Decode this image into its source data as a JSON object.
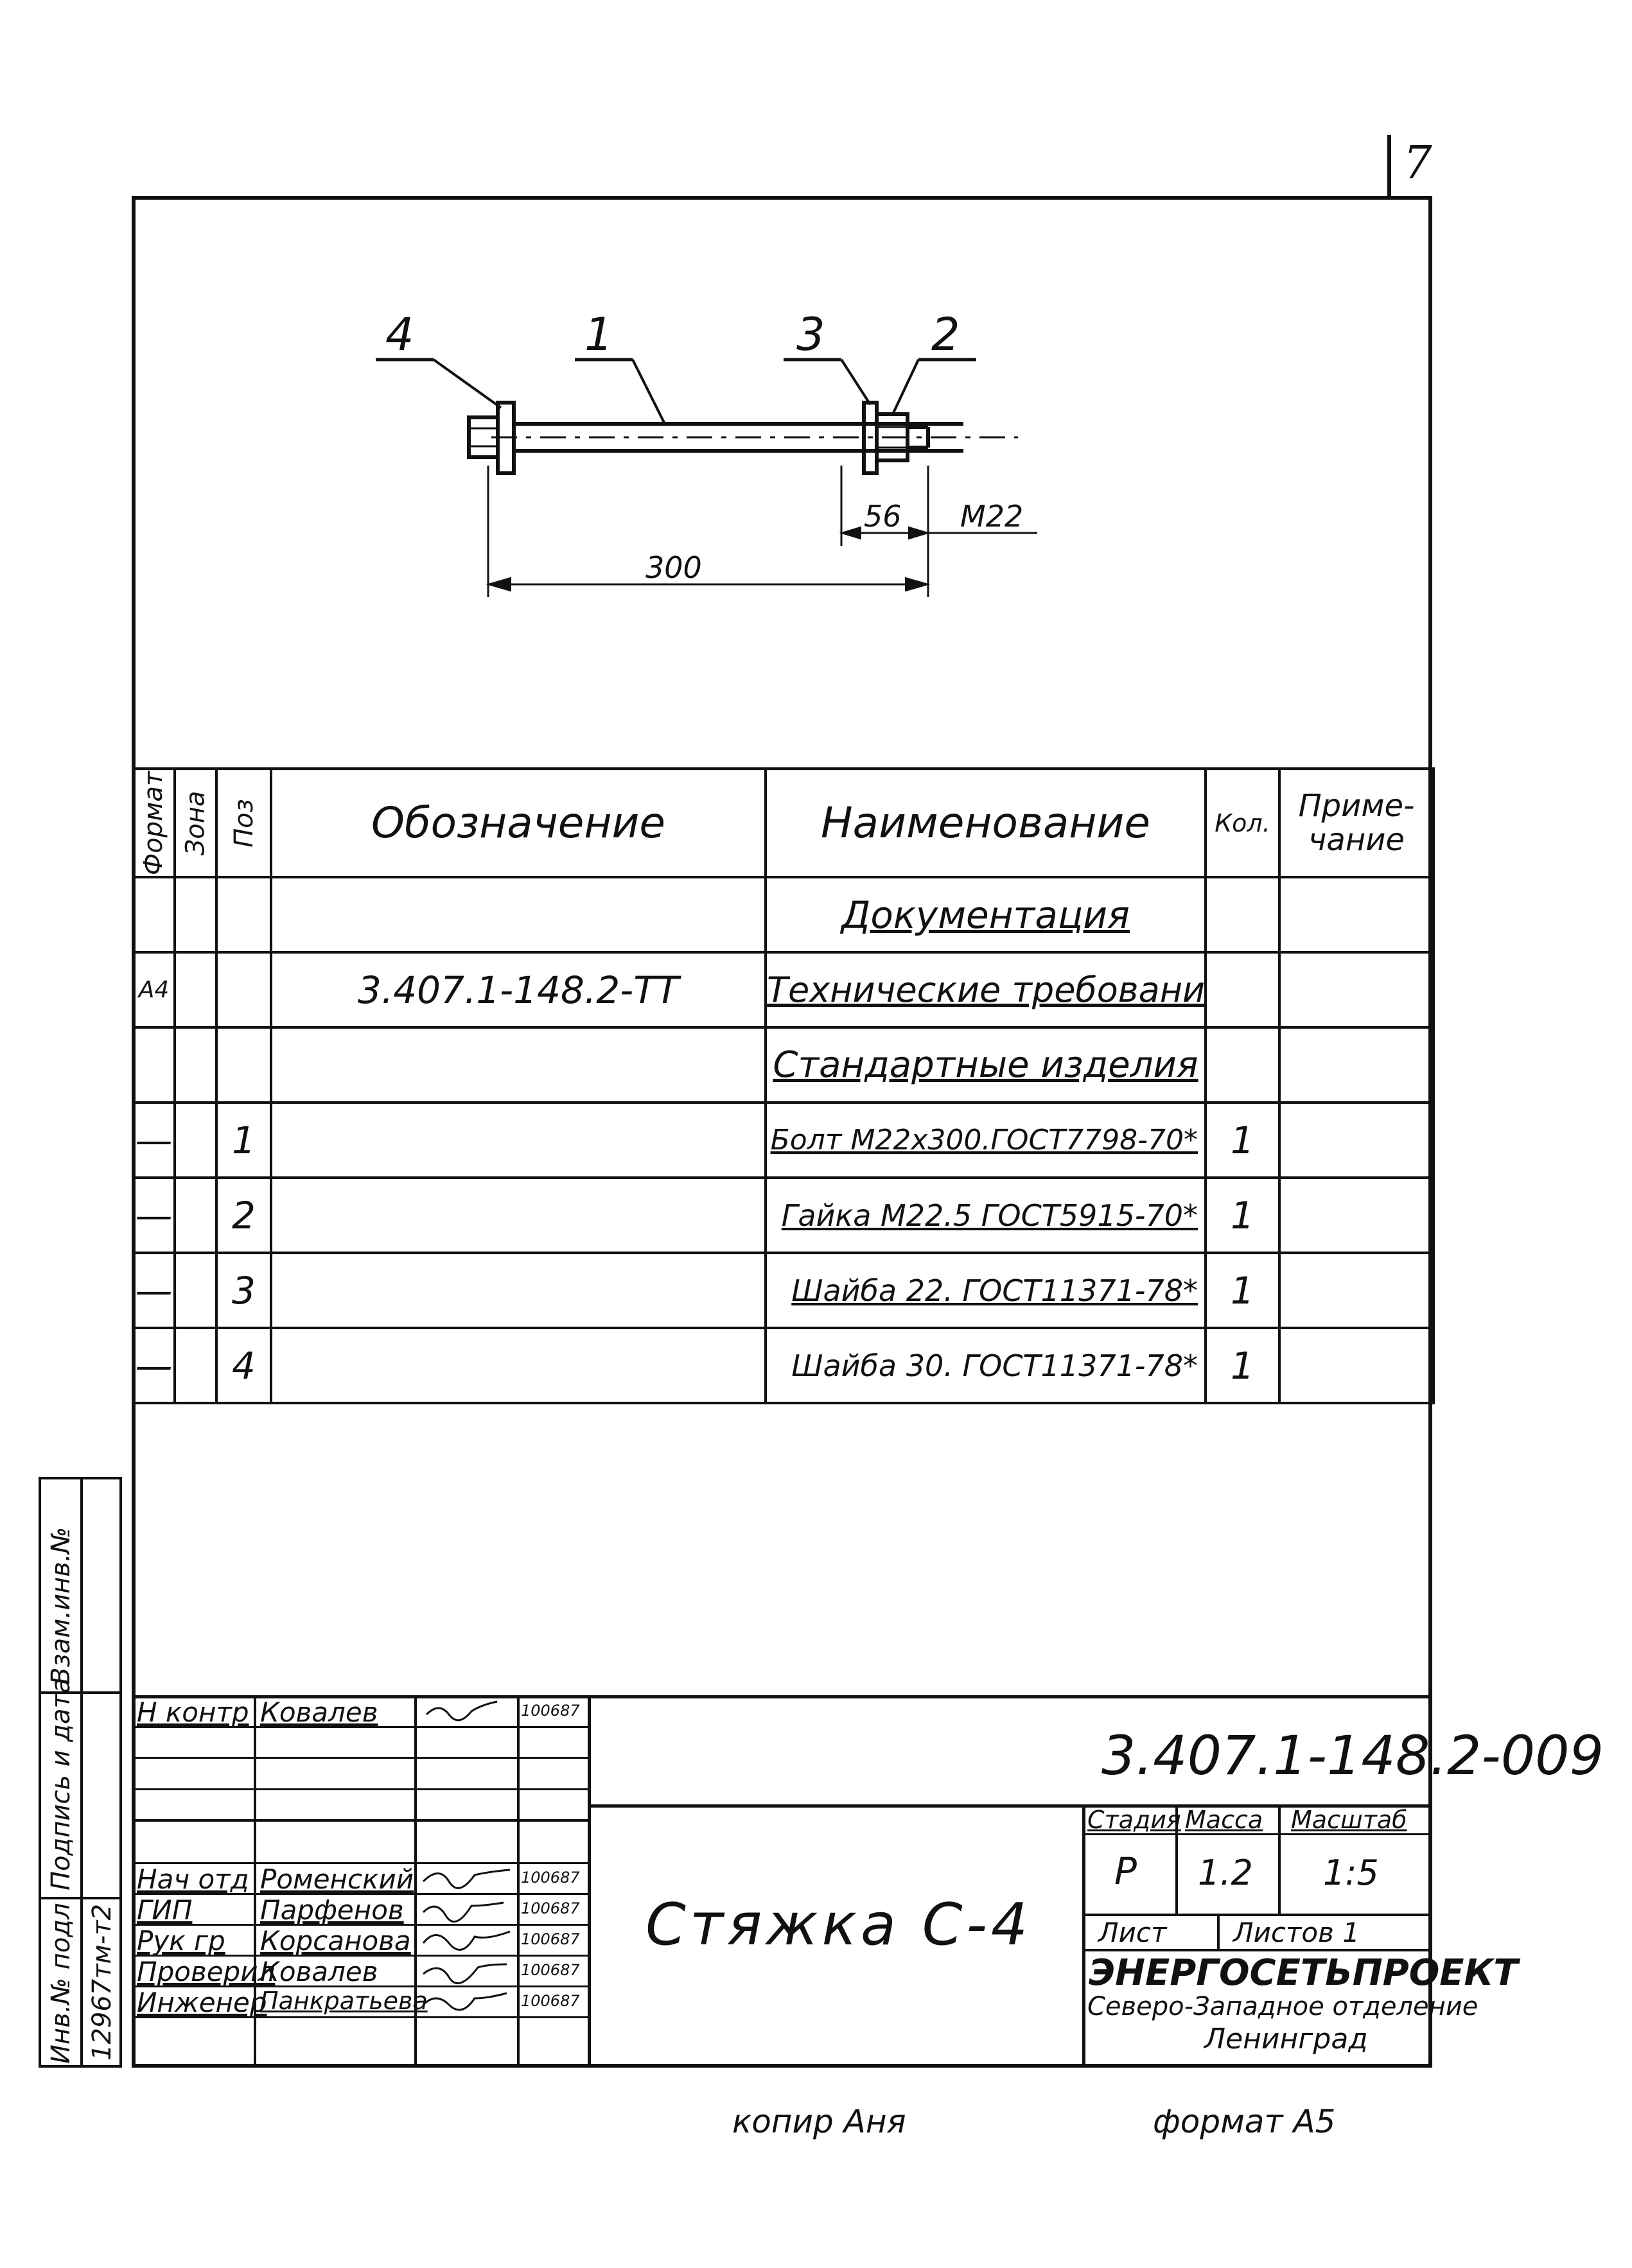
{
  "sheet": {
    "page_number": "7"
  },
  "drawing": {
    "callouts": [
      "4",
      "1",
      "3",
      "2"
    ],
    "dimensions": {
      "overall_length": "300",
      "thread_length": "56",
      "thread": "M22"
    }
  },
  "spec_table": {
    "headers": {
      "format": "Формат",
      "zone": "Зона",
      "pos": "Поз",
      "designation": "Обозначение",
      "name": "Наименование",
      "qty": "Кол.",
      "note": "Приме-чание"
    },
    "rows": [
      {
        "format": "",
        "zone": "",
        "pos": "",
        "designation": "",
        "name": "Документация",
        "qty": "",
        "note": ""
      },
      {
        "format": "А4",
        "zone": "",
        "pos": "",
        "designation": "3.407.1-148.2-ТТ",
        "name": "Технические требования",
        "qty": "",
        "note": ""
      },
      {
        "format": "",
        "zone": "",
        "pos": "",
        "designation": "",
        "name": "Стандартные изделия",
        "qty": "",
        "note": ""
      },
      {
        "format": "—",
        "zone": "",
        "pos": "1",
        "designation": "",
        "name": "Болт М22х300.ГОСТ7798-70*",
        "qty": "1",
        "note": ""
      },
      {
        "format": "—",
        "zone": "",
        "pos": "2",
        "designation": "",
        "name": "Гайка М22.5 ГОСТ5915-70*",
        "qty": "1",
        "note": ""
      },
      {
        "format": "—",
        "zone": "",
        "pos": "3",
        "designation": "",
        "name": "Шайба 22. ГОСТ11371-78*",
        "qty": "1",
        "note": ""
      },
      {
        "format": "—",
        "zone": "",
        "pos": "4",
        "designation": "",
        "name": "Шайба 30. ГОСТ11371-78*",
        "qty": "1",
        "note": ""
      }
    ]
  },
  "left_stamp": {
    "inv_orig": "Инв.№ подл",
    "inv_value": "12967тм-т2",
    "sign_date": "Подпись и дата",
    "replace_inv": "Взам.инв.№"
  },
  "title_block": {
    "code": "3.407.1-148.2-009",
    "title": "Стяжка С-4",
    "stage_label": "Стадия",
    "mass_label": "Масса",
    "scale_label": "Масштаб",
    "stage": "Р",
    "mass": "1.2",
    "scale": "1:5",
    "sheet_label": "Лист",
    "sheets_label": "Листов 1",
    "org_1": "ЭНЕРГОСЕТЬПРОЕКТ",
    "org_2": "Северо-Западное отделение",
    "org_3": "Ленинград",
    "signers": [
      {
        "role": "Н контр",
        "name": "Ковалев",
        "date": "100687"
      },
      {
        "role": "Нач отд",
        "name": "Роменский",
        "date": "100687"
      },
      {
        "role": "ГИП",
        "name": "Парфенов",
        "date": "100687"
      },
      {
        "role": "Рук гр",
        "name": "Корсанова",
        "date": "100687"
      },
      {
        "role": "Проверил",
        "name": "Ковалев",
        "date": "100687"
      },
      {
        "role": "Инженер",
        "name": "Панкратьева",
        "date": "100687"
      }
    ]
  },
  "footer": {
    "copied": "копир Аня",
    "format": "формат А5"
  }
}
